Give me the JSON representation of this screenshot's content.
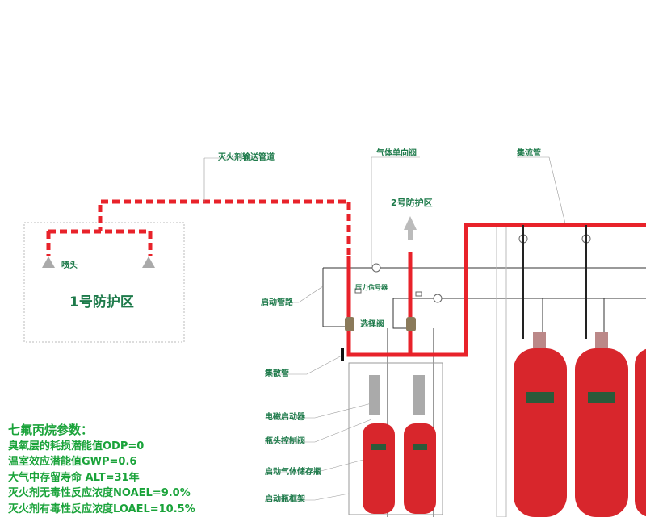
{
  "labels": {
    "agent_pipe": "灭火剂输送管道",
    "check_valve": "气体单向阀",
    "manifold": "集流管",
    "zone2": "2号防护区",
    "nozzle": "喷头",
    "zone1": "1号防护区",
    "start_line": "启动管路",
    "pressure_switch": "压力信号器",
    "selector_valve": "选择阀",
    "collect_pipe": "集散管",
    "solenoid": "电磁启动器",
    "head_valve": "瓶头控制阀",
    "start_cylinder": "启动气体储存瓶",
    "frame": "启动瓶框架"
  },
  "params": {
    "title": "七氟丙烷参数：",
    "items": [
      "臭氧层的耗损潜能值ODP=0",
      "温室效应潜能值GWP=0.6",
      "大气中存留寿命 ALT=31年",
      "灭火剂无毒性反应浓度NOAEL=9.0%",
      "灭火剂有毒性反应浓度LOAEL=10.5%"
    ]
  },
  "colors": {
    "pipe": "#e8222a",
    "label": "#1d7a4a",
    "param": "#1aa33a",
    "cylinder": "#d8262c"
  }
}
